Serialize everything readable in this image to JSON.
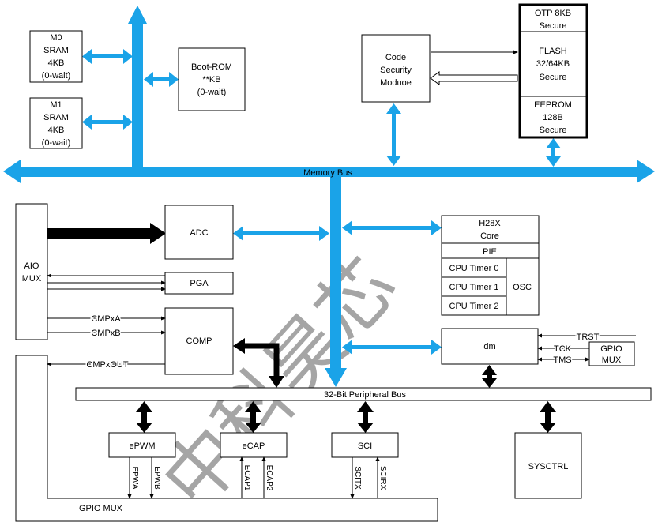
{
  "watermark": "中科昊芯",
  "buses": {
    "memory": "Memory Bus",
    "peripheral": "32-Bit Peripheral Bus"
  },
  "memory_blocks": {
    "m0": [
      "M0",
      "SRAM",
      "4KB",
      "(0-wait)"
    ],
    "m1": [
      "M1",
      "SRAM",
      "4KB",
      "(0-wait)"
    ],
    "boot_rom": [
      "Boot-ROM",
      "**KB",
      "(0-wait)"
    ],
    "code_security": [
      "Code",
      "Security",
      "Moduoe"
    ],
    "otp": [
      "OTP 8KB",
      "Secure"
    ],
    "flash": [
      "FLASH",
      "32/64KB",
      "Secure"
    ],
    "eeprom": [
      "EEPROM",
      "128B",
      "Secure"
    ]
  },
  "analog": {
    "aio_mux": [
      "AIO",
      "MUX"
    ],
    "adc": "ADC",
    "pga": "PGA",
    "comp": "COMP",
    "cmpxa": "CMPxA",
    "cmpxb": "CMPxB",
    "cmpxout": "CMPxOUT"
  },
  "cpu": {
    "core": [
      "H28X",
      "Core"
    ],
    "pie": "PIE",
    "timers": [
      "CPU Timer 0",
      "CPU Timer 1",
      "CPU Timer 2"
    ],
    "osc": "OSC"
  },
  "debug": {
    "dm": "dm",
    "trst": "TRST",
    "tck": "TCK",
    "tms": "TMS",
    "gpio_mux": [
      "GPIO",
      "MUX"
    ]
  },
  "peripherals": {
    "epwm": "ePWM",
    "ecap": "eCAP",
    "sci": "SCI",
    "sysctrl": "SYSCTRL",
    "epwm_signals": [
      "EPWA",
      "EPWB"
    ],
    "ecap_signals": [
      "ECAP1",
      "ECAP2"
    ],
    "sci_signals": [
      "SCITX",
      "SCIRX"
    ],
    "gpio_mux_bottom": "GPIO MUX"
  },
  "colors": {
    "bus": "#1aa3e8",
    "line": "#000000"
  }
}
